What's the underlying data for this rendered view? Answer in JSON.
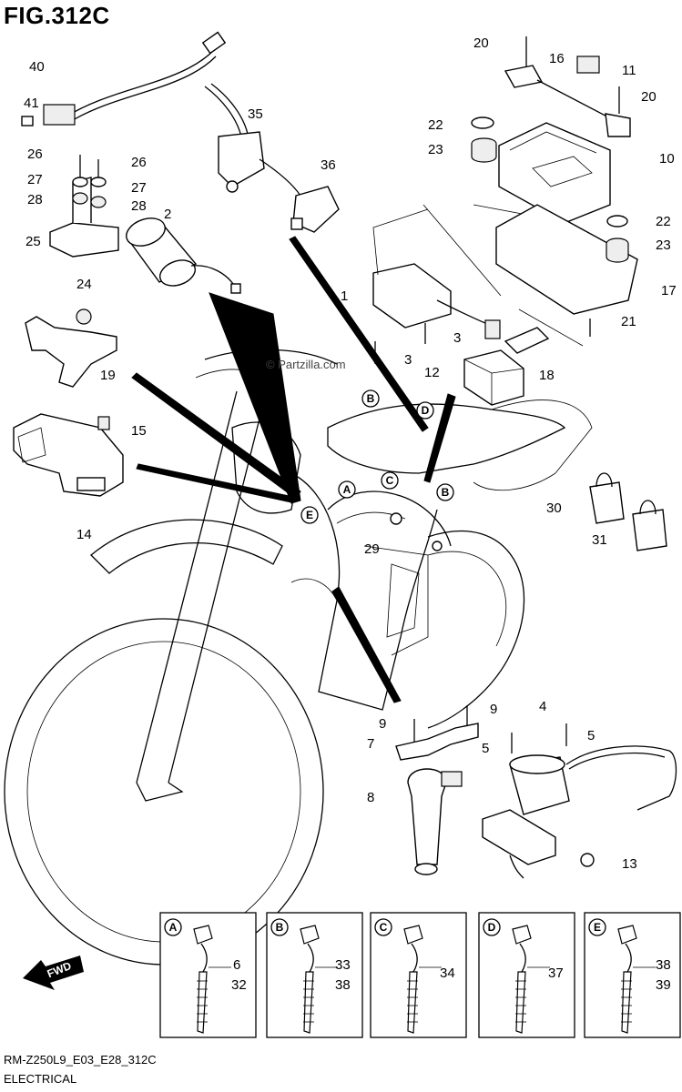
{
  "figure": {
    "title": "FIG.312C",
    "code": "RM-Z250L9_E03_E28_312C",
    "name": "ELECTRICAL",
    "watermark": "© Partzilla.com"
  },
  "callouts": [
    {
      "id": "c20a",
      "text": "20"
    },
    {
      "id": "c16",
      "text": "16"
    },
    {
      "id": "c11",
      "text": "11"
    },
    {
      "id": "c20b",
      "text": "20"
    },
    {
      "id": "c40",
      "text": "40"
    },
    {
      "id": "c41",
      "text": "41"
    },
    {
      "id": "c35",
      "text": "35"
    },
    {
      "id": "c22a",
      "text": "22"
    },
    {
      "id": "c23a",
      "text": "23"
    },
    {
      "id": "c10",
      "text": "10"
    },
    {
      "id": "c36",
      "text": "36"
    },
    {
      "id": "c26a",
      "text": "26"
    },
    {
      "id": "c26b",
      "text": "26"
    },
    {
      "id": "c27a",
      "text": "27"
    },
    {
      "id": "c27b",
      "text": "27"
    },
    {
      "id": "c28a",
      "text": "28"
    },
    {
      "id": "c28b",
      "text": "28"
    },
    {
      "id": "c2",
      "text": "2"
    },
    {
      "id": "c25",
      "text": "25"
    },
    {
      "id": "c22b",
      "text": "22"
    },
    {
      "id": "c23b",
      "text": "23"
    },
    {
      "id": "c1",
      "text": "1"
    },
    {
      "id": "c17",
      "text": "17"
    },
    {
      "id": "c24",
      "text": "24"
    },
    {
      "id": "c21",
      "text": "21"
    },
    {
      "id": "c3a",
      "text": "3"
    },
    {
      "id": "c3b",
      "text": "3"
    },
    {
      "id": "c19",
      "text": "19"
    },
    {
      "id": "c12",
      "text": "12"
    },
    {
      "id": "c18",
      "text": "18"
    },
    {
      "id": "c15",
      "text": "15"
    },
    {
      "id": "c14",
      "text": "14"
    },
    {
      "id": "c30",
      "text": "30"
    },
    {
      "id": "c31",
      "text": "31"
    },
    {
      "id": "c29",
      "text": "29"
    },
    {
      "id": "c9a",
      "text": "9"
    },
    {
      "id": "c9b",
      "text": "9"
    },
    {
      "id": "c4",
      "text": "4"
    },
    {
      "id": "c7",
      "text": "7"
    },
    {
      "id": "c5a",
      "text": "5"
    },
    {
      "id": "c5b",
      "text": "5"
    },
    {
      "id": "c8",
      "text": "8"
    },
    {
      "id": "c13",
      "text": "13"
    },
    {
      "id": "c6",
      "text": "6"
    },
    {
      "id": "c32",
      "text": "32"
    },
    {
      "id": "c33",
      "text": "33"
    },
    {
      "id": "c38a",
      "text": "38"
    },
    {
      "id": "c34",
      "text": "34"
    },
    {
      "id": "c37",
      "text": "37"
    },
    {
      "id": "c38b",
      "text": "38"
    },
    {
      "id": "c39",
      "text": "39"
    }
  ],
  "view_markers": [
    {
      "id": "vB1",
      "text": "B"
    },
    {
      "id": "vD1",
      "text": "D"
    },
    {
      "id": "vA1",
      "text": "A"
    },
    {
      "id": "vC1",
      "text": "C"
    },
    {
      "id": "vB2",
      "text": "B"
    },
    {
      "id": "vE1",
      "text": "E"
    }
  ],
  "detail_boxes": [
    {
      "id": "A",
      "letter": "A",
      "labels": [
        "6",
        "32"
      ]
    },
    {
      "id": "B",
      "letter": "B",
      "labels": [
        "33",
        "38"
      ]
    },
    {
      "id": "C",
      "letter": "C",
      "labels": [
        "34"
      ]
    },
    {
      "id": "D",
      "letter": "D",
      "labels": [
        "37"
      ]
    },
    {
      "id": "E",
      "letter": "E",
      "labels": [
        "38",
        "39"
      ]
    }
  ],
  "fwd_badge": "FWD"
}
